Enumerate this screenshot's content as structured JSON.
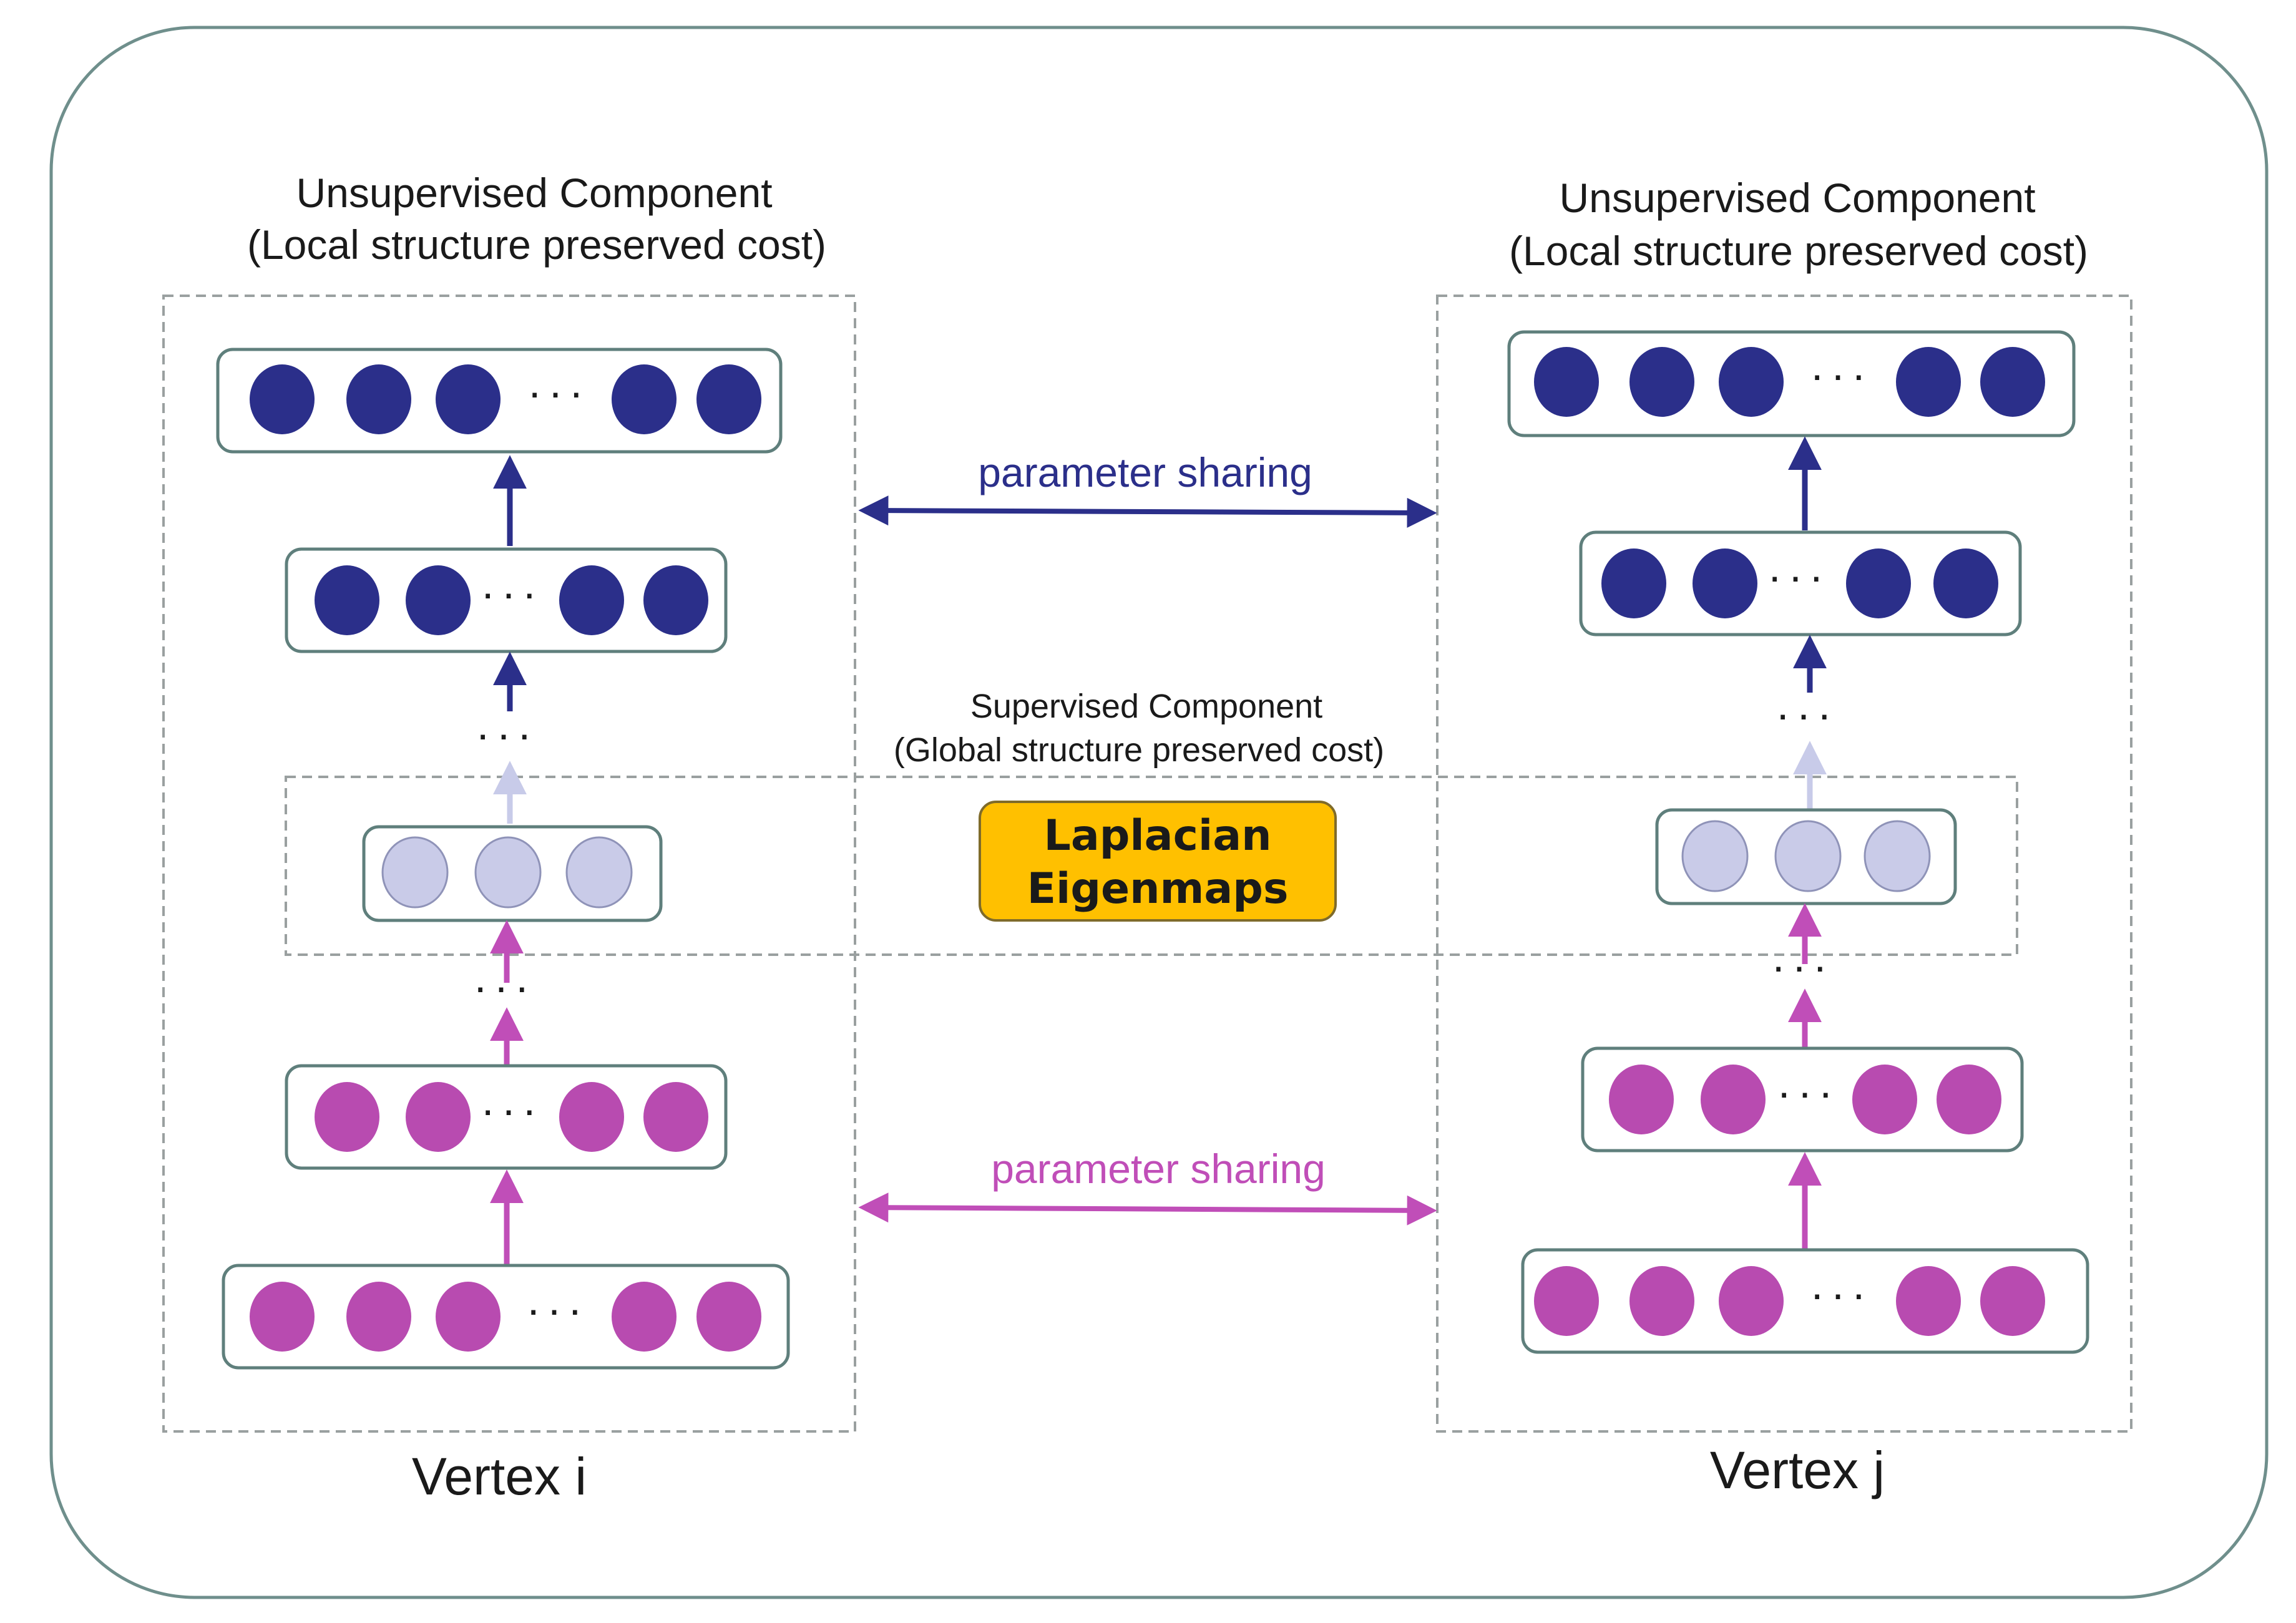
{
  "labels": {
    "left_title_1": "Unsupervised Component",
    "left_title_2": "(Local structure preserved cost)",
    "right_title_1": "Unsupervised Component",
    "right_title_2": "(Local structure preserved cost)",
    "sup_title_1": "Supervised Component",
    "sup_title_2": "(Global structure preserved cost)",
    "laplacian_1": "Laplacian",
    "laplacian_2": "Eigenmaps",
    "sharing_top": "parameter sharing",
    "sharing_bottom": "parameter sharing",
    "vertex_i": "Vertex i",
    "vertex_j": "Vertex j",
    "ellipsis": "···"
  },
  "colors": {
    "dark_node": "#2b2f8a",
    "light_node": "#c9cbe8",
    "magenta_node": "#b84bb0",
    "dark_arrow": "#2b2f8a",
    "light_arrow": "#c8cbe9",
    "magenta_arrow": "#c04eb8",
    "highlight": "#ffc000",
    "box_stroke": "#5f7f7c",
    "dashed": "#9aa0a0"
  }
}
